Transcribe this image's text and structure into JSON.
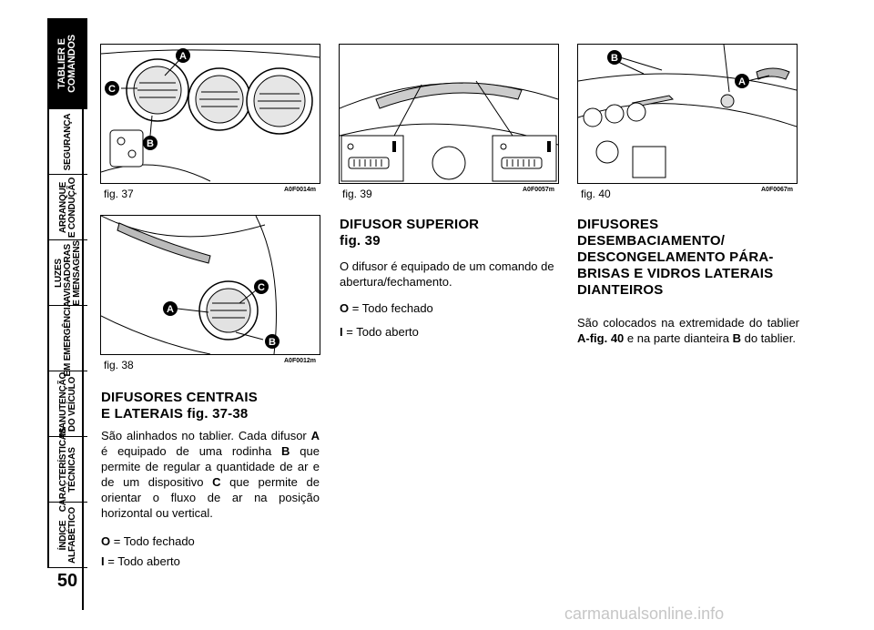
{
  "page_number": "50",
  "sidebar": {
    "tabs": [
      {
        "lines": [
          "TABLIER E",
          "COMANDOS"
        ],
        "active": true
      },
      {
        "lines": [
          "SEGURANÇA"
        ]
      },
      {
        "lines": [
          "ARRANQUE",
          "E CONDUÇÃO"
        ]
      },
      {
        "lines": [
          "LUZES",
          "AVISADORAS",
          "E MENSAGENS"
        ]
      },
      {
        "lines": [
          "EM EMERGÊNCIA"
        ]
      },
      {
        "lines": [
          "MANUTENÇÃO",
          "DO VEÍCULO"
        ]
      },
      {
        "lines": [
          "CARACTERÍSTICAS",
          "TÉCNICAS"
        ]
      },
      {
        "lines": [
          "ÍNDICE",
          "ALFABÉTICO"
        ]
      }
    ]
  },
  "figures": {
    "fig37": {
      "caption": "fig. 37",
      "code": "A0F0014m",
      "labels": [
        "A",
        "B",
        "C"
      ]
    },
    "fig38": {
      "caption": "fig. 38",
      "code": "A0F0012m",
      "labels": [
        "A",
        "B",
        "C"
      ]
    },
    "fig39": {
      "caption": "fig. 39",
      "code": "A0F0057m"
    },
    "fig40": {
      "caption": "fig. 40",
      "code": "A0F0067m",
      "labels": [
        "A",
        "B"
      ]
    }
  },
  "col1": {
    "heading_line1": "DIFUSORES CENTRAIS",
    "heading_line2": "E LATERAIS fig. 37-38",
    "para_intro": "São alinhados no tablier. Cada difusor",
    "para_a": "A",
    "para_mid1": "é equipado de uma rodinha",
    "para_b": "B",
    "para_mid2": "que permite de regular a quantidade de ar e de um dispositivo",
    "para_c": "C",
    "para_end": "que permite de orientar o fluxo de ar na posição horizontal ou vertical.",
    "item_o_key": "O",
    "item_o_text": "= Todo fechado",
    "item_i_key": "I",
    "item_i_text": "= Todo aberto"
  },
  "col2": {
    "heading_line1": "DIFUSOR SUPERIOR",
    "heading_line2": "fig. 39",
    "para": "O difusor é equipado de um comando de abertura/fechamento.",
    "item_o_key": "O",
    "item_o_text": "= Todo fechado",
    "item_i_key": "I",
    "item_i_text": "= Todo aberto"
  },
  "col3": {
    "heading_lines": [
      "DIFUSORES",
      "DESEMBACIAMENTO/",
      "DESCONGELAMENTO PÁRA-",
      "BRISAS E VIDROS LATERAIS",
      "DIANTEIROS"
    ],
    "para_start": "São colocados na extremidade do tablier",
    "para_ref": "A-fig. 40",
    "para_mid": "e na parte dianteira",
    "para_b": "B",
    "para_end": "do tablier."
  },
  "watermark": "carmanualsonline.info"
}
